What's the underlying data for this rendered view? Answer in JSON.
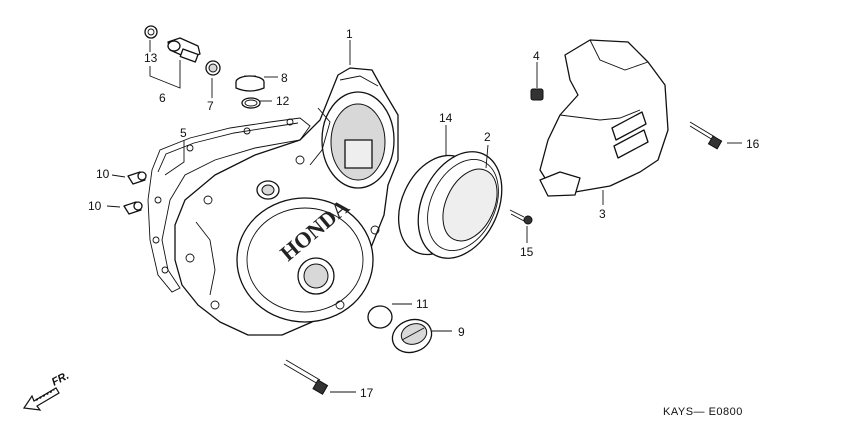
{
  "diagram_code": "KAYS— E0800",
  "brand_text": "HONDA",
  "direction_label": "FR.",
  "callouts": [
    {
      "key": "c1",
      "label": "1"
    },
    {
      "key": "c2",
      "label": "2"
    },
    {
      "key": "c3",
      "label": "3"
    },
    {
      "key": "c4",
      "label": "4"
    },
    {
      "key": "c5",
      "label": "5"
    },
    {
      "key": "c6",
      "label": "6"
    },
    {
      "key": "c7",
      "label": "7"
    },
    {
      "key": "c8",
      "label": "8"
    },
    {
      "key": "c9",
      "label": "9"
    },
    {
      "key": "c10a",
      "label": "10"
    },
    {
      "key": "c10b",
      "label": "10"
    },
    {
      "key": "c11",
      "label": "11"
    },
    {
      "key": "c12",
      "label": "12"
    },
    {
      "key": "c13",
      "label": "13"
    },
    {
      "key": "c14",
      "label": "14"
    },
    {
      "key": "c15",
      "label": "15"
    },
    {
      "key": "c16",
      "label": "16"
    },
    {
      "key": "c17",
      "label": "17"
    }
  ]
}
